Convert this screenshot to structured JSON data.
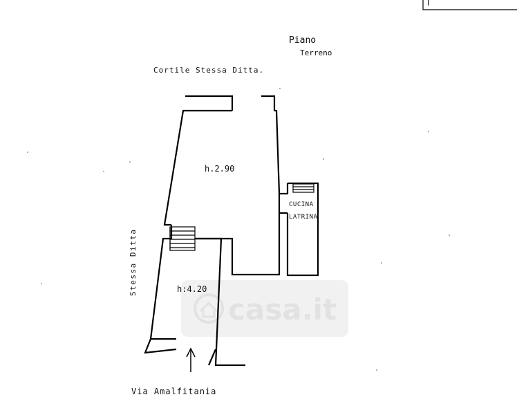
{
  "labels": {
    "floor_line1": "Piano",
    "floor_line2": "Terreno",
    "courtyard": "Cortile  Stessa Ditta.",
    "side_property": "Stessa Ditta",
    "street": "Via Amalfitania",
    "height_upper": "h.2.90",
    "height_lower": "h:4.20",
    "room_kitchen": "CUCINA",
    "room_toilet": "LATRINA"
  },
  "watermark": {
    "text": "casa.it",
    "icon": "house-icon"
  },
  "icons": {
    "entrance": "arrow-up-icon",
    "stairs": "stairs-icon"
  },
  "colors": {
    "lines": "#000000",
    "background": "#ffffff",
    "watermark": "#e2e2e2"
  }
}
